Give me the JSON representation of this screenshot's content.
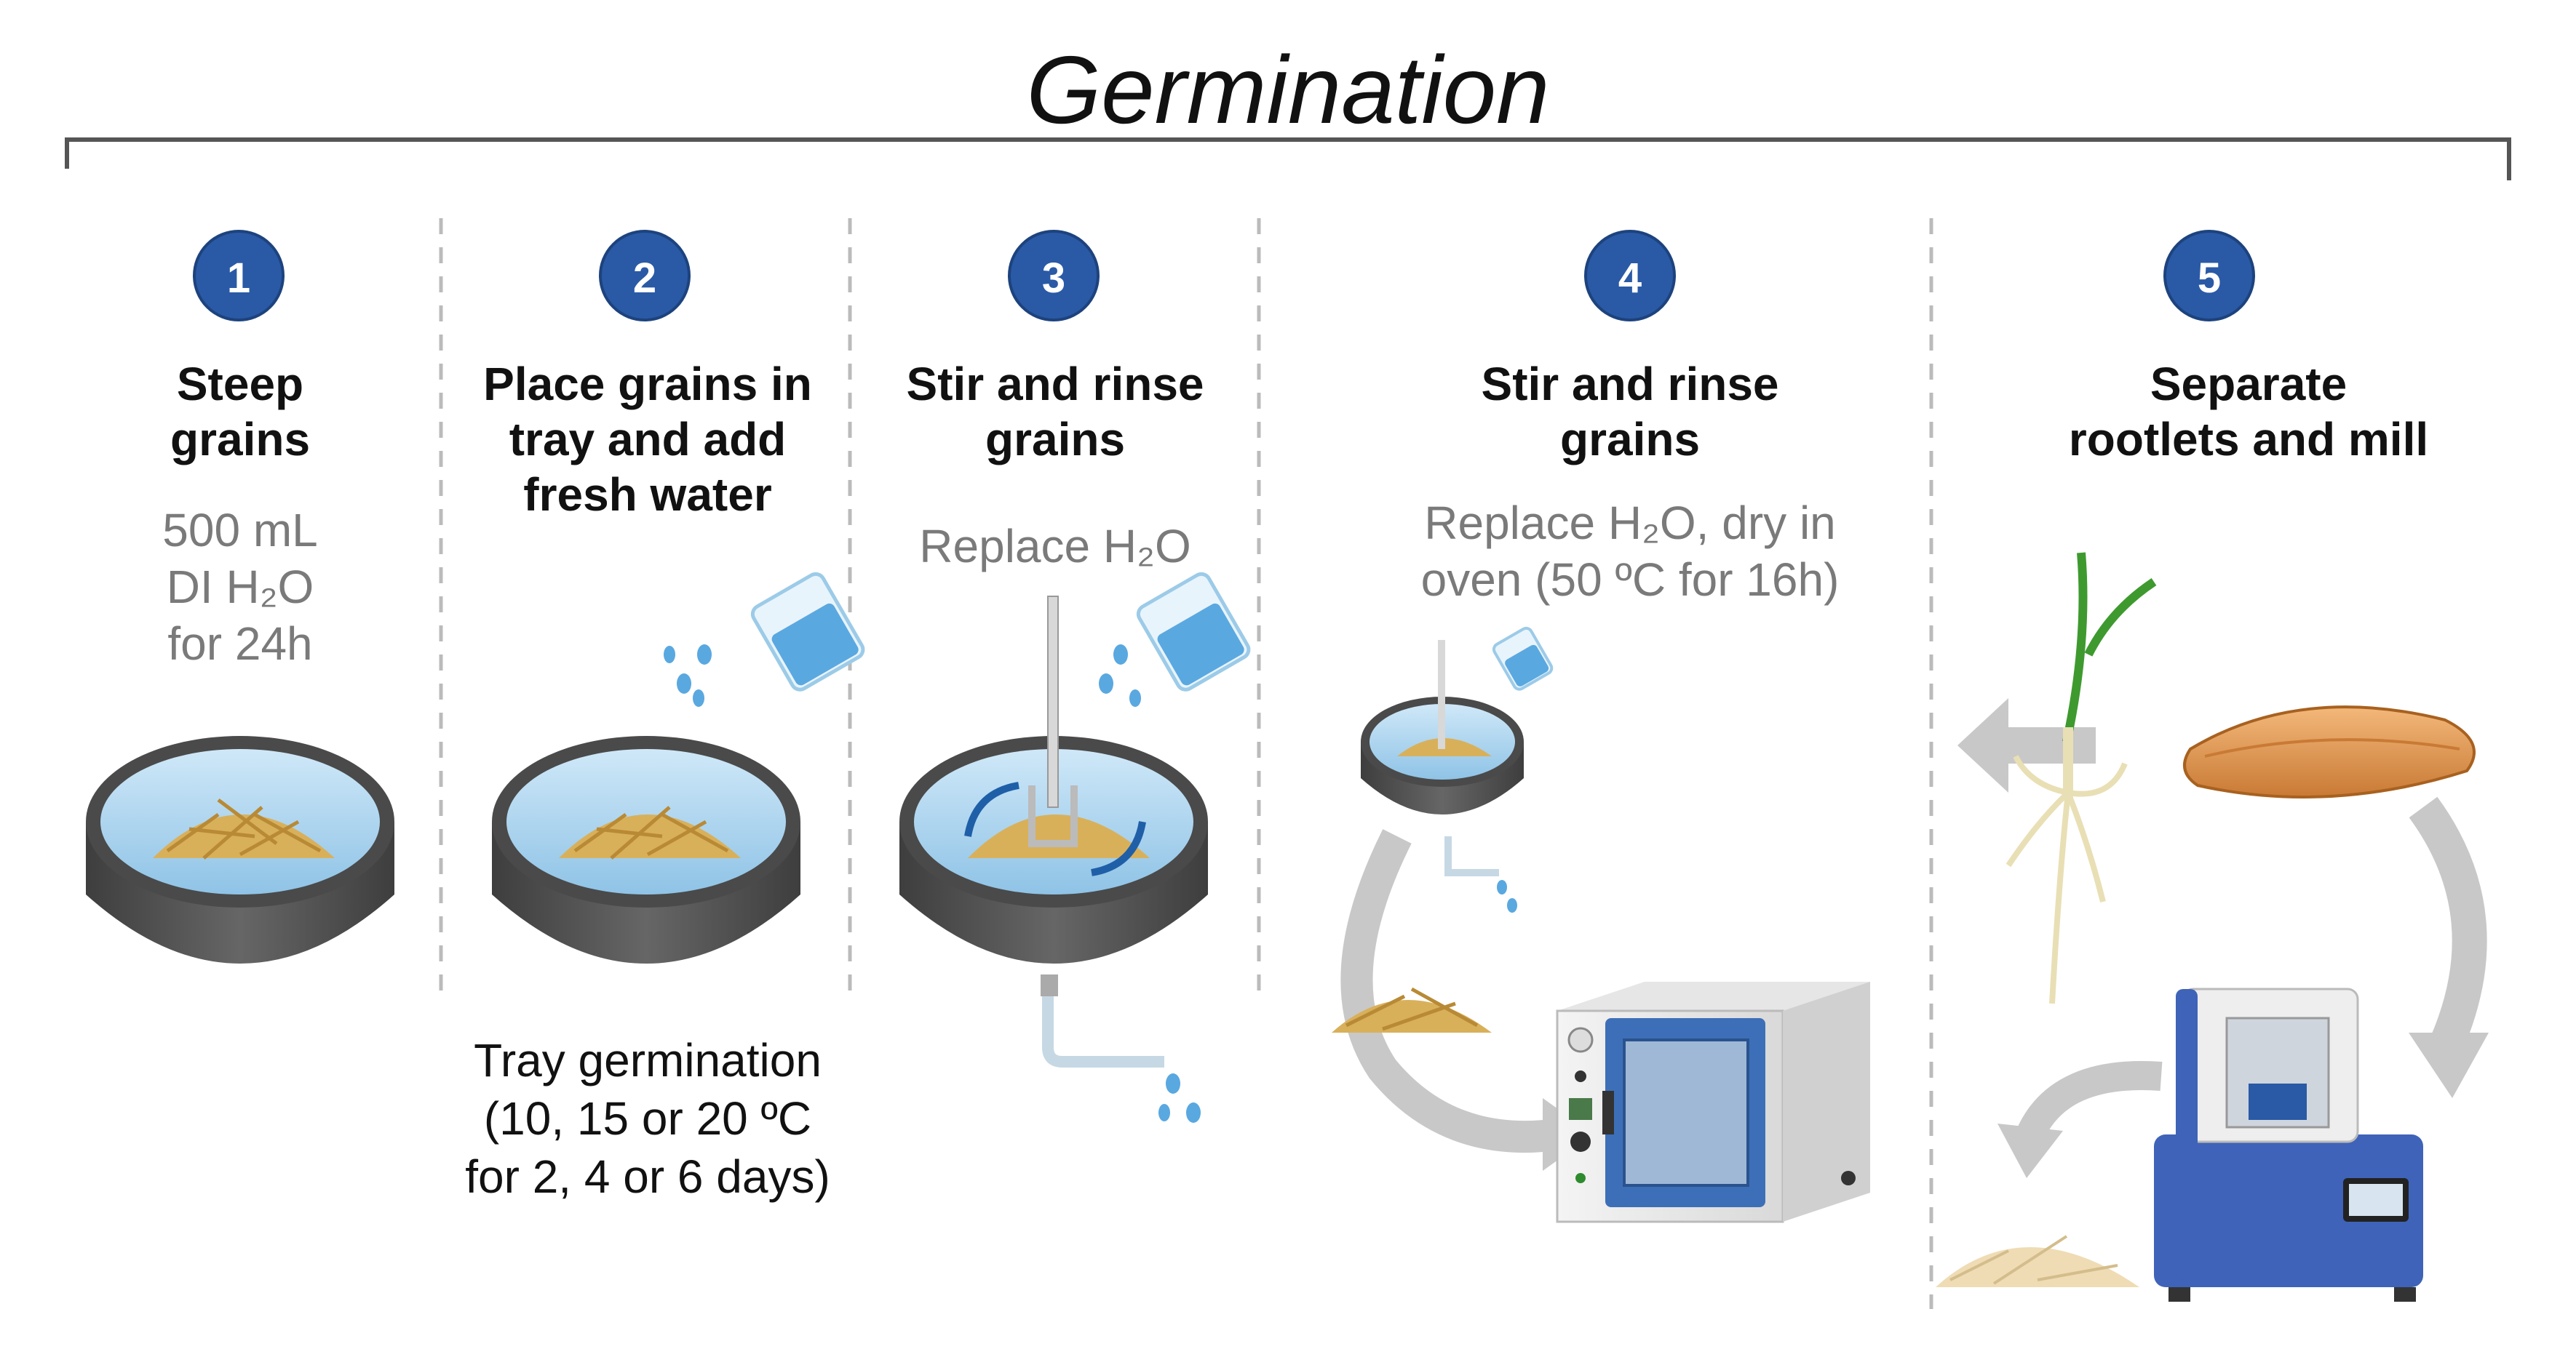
{
  "title": "Germination",
  "steps": [
    {
      "number": "1",
      "title_lines": [
        "Steep",
        "grains"
      ],
      "note_lines": [
        "500 mL",
        "DI H₂O",
        "for 24h"
      ]
    },
    {
      "number": "2",
      "title_lines": [
        "Place grains in",
        "tray and add",
        "fresh water"
      ],
      "bottom_lines": [
        "Tray germination",
        "(10, 15 or 20 ºC",
        "for 2, 4 or 6 days)"
      ]
    },
    {
      "number": "3",
      "title_lines": [
        "Stir and rinse",
        "grains"
      ],
      "note_lines": [
        "Replace H₂O"
      ]
    },
    {
      "number": "4",
      "title_lines": [
        "Stir and rinse",
        "grains"
      ],
      "note_lines": [
        "Replace H₂O, dry in",
        "oven (50 ºC for 16h)"
      ]
    },
    {
      "number": "5",
      "title_lines": [
        "Separate",
        "rootlets and mill"
      ]
    }
  ],
  "colors": {
    "badge": "#2a5aa6",
    "water": "#a9d3ef",
    "dish": "#5a5a5a",
    "grain": "#d9b05a",
    "oven_door": "#3d6fb8",
    "mill": "#3f63b8",
    "arrow": "#c8c8c8"
  }
}
